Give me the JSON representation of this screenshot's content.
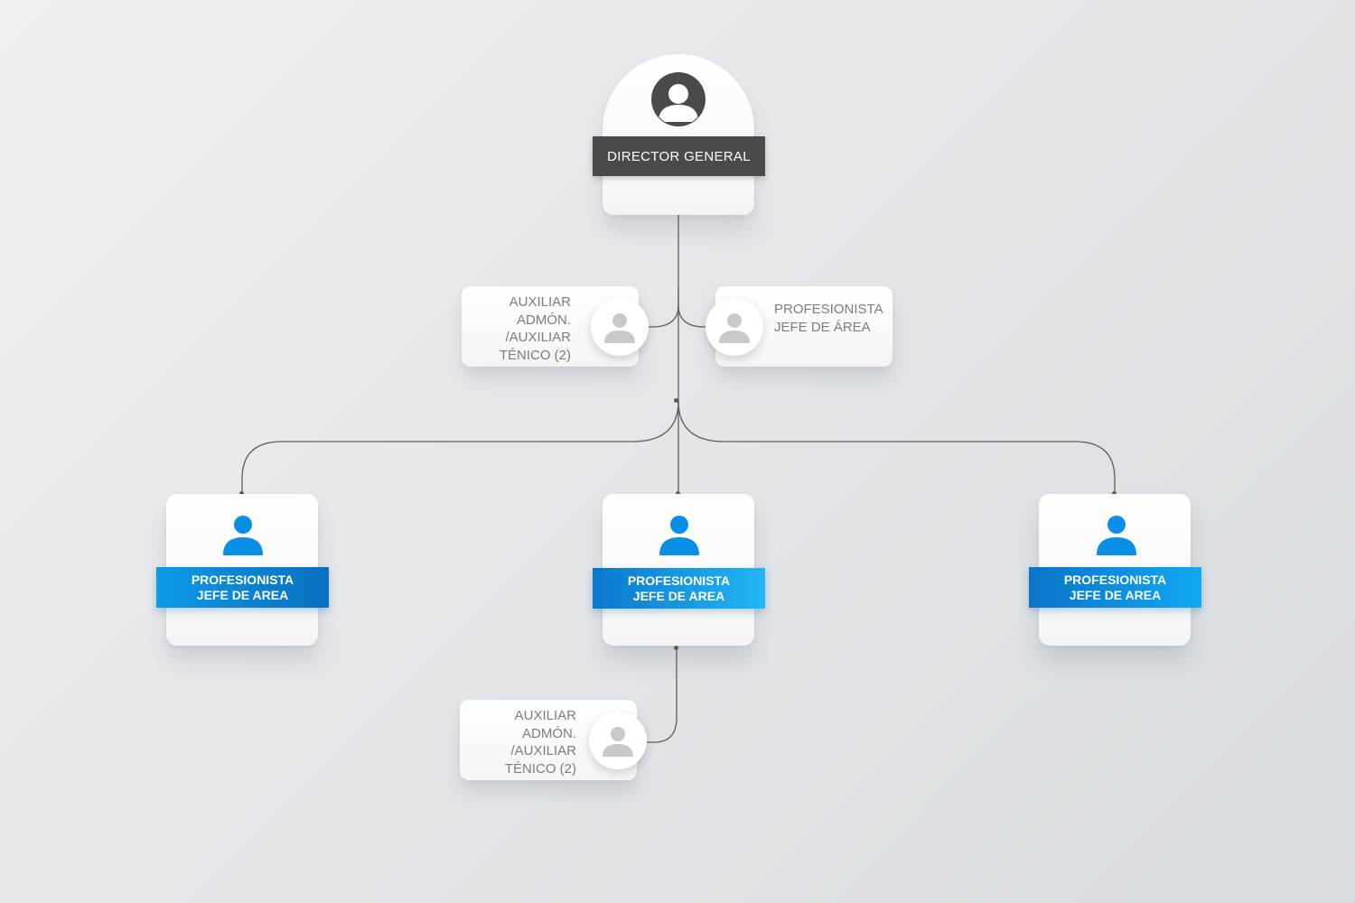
{
  "director": {
    "label": "DIRECTOR GENERAL",
    "icon": "user-circle-icon",
    "label_color": "#4a4a4a"
  },
  "staff": {
    "left": {
      "lines": [
        "AUXILIAR",
        "ADMÓN.",
        "/AUXILIAR",
        "TÉNICO (2)"
      ],
      "icon": "user-icon"
    },
    "right": {
      "lines": [
        "PROFESIONISTA",
        "JEFE DE ÁREA"
      ],
      "icon": "user-icon"
    }
  },
  "departments": [
    {
      "lines": [
        "PROFESIONISTA",
        "JEFE DE AREA"
      ],
      "icon": "user-icon"
    },
    {
      "lines": [
        "PROFESIONISTA",
        "JEFE DE AREA"
      ],
      "icon": "user-icon"
    },
    {
      "lines": [
        "PROFESIONISTA",
        "JEFE DE AREA"
      ],
      "icon": "user-icon"
    }
  ],
  "sub_staff": {
    "lines": [
      "AUXILIAR",
      "ADMÓN.",
      "/AUXILIAR",
      "TÉNICO (2)"
    ],
    "icon": "user-icon"
  },
  "colors": {
    "accent_blue": "#0a8fe0",
    "icon_blue": "#0a8fe6",
    "icon_gray": "#c8c8c8",
    "connector": "#5e5e5e"
  }
}
